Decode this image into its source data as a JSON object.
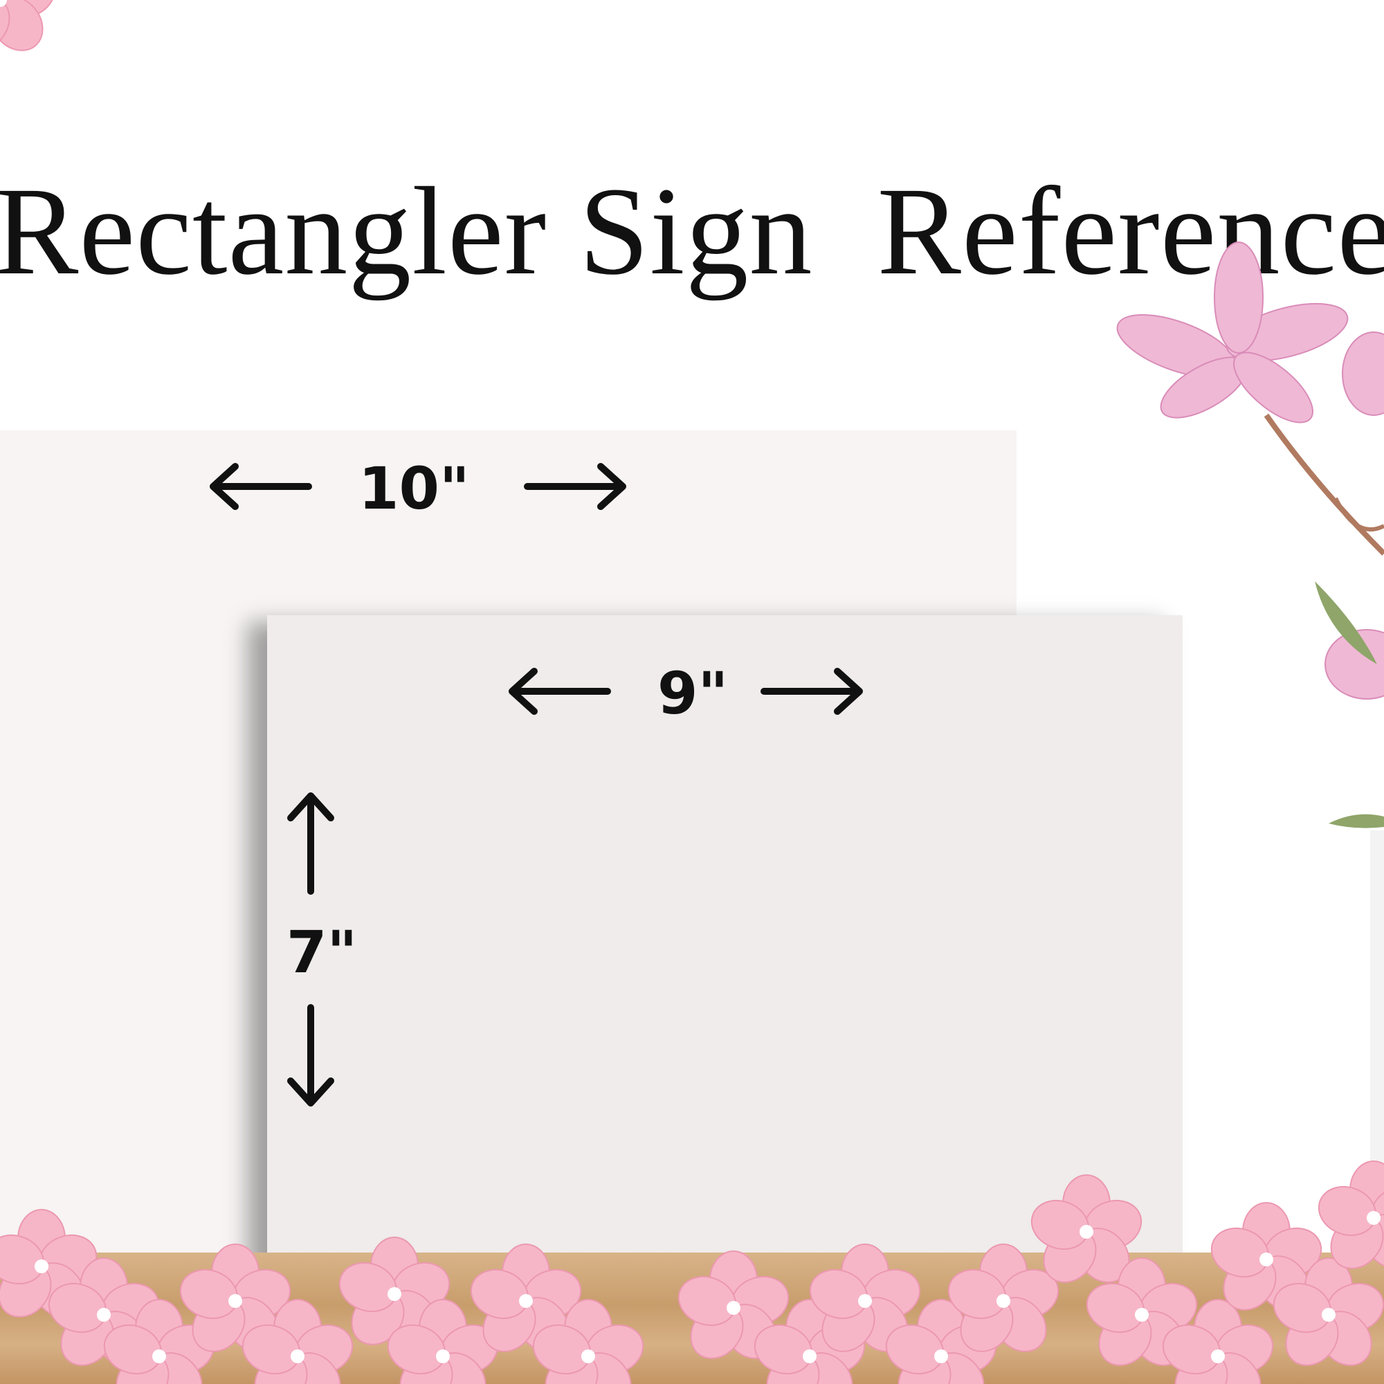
{
  "title": "Rectangler Sign  Reference",
  "large_sign": {
    "width_label": "10\""
  },
  "small_sign": {
    "width_label": "9\"",
    "height_label": "7\""
  },
  "colors": {
    "back_panel": "#f7f4f3",
    "front_panel": "#efeceb",
    "flower_pink": "#f4b6c6",
    "wood": "#d2aa7c"
  }
}
